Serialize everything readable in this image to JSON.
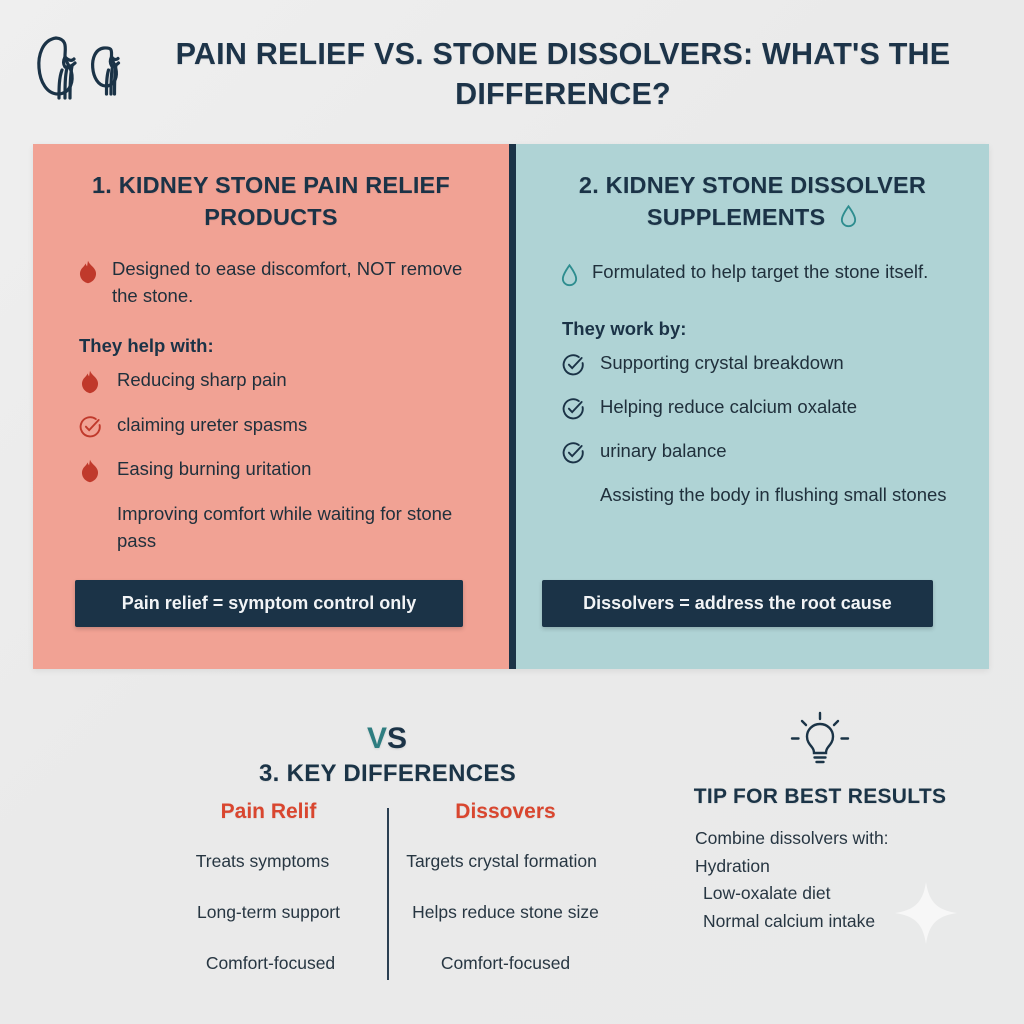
{
  "header": {
    "icon": "kidneys-icon",
    "title": "PAIN RELIEF VS. STONE DISSOLVERS: WHAT'S THE DIFFERENCE?"
  },
  "colors": {
    "background": "#ececec",
    "navy": "#1b3347",
    "pink_panel": "#f1a294",
    "teal_panel": "#afd3d5",
    "accent_red": "#d9462f",
    "accent_teal": "#2e7d80"
  },
  "panels": {
    "left": {
      "title": "1. KIDNEY STONE PAIN RELIEF PRODUCTS",
      "lead_icon": "flame-icon",
      "lead": "Designed to ease discomfort, NOT remove the stone.",
      "sub_head": "They help with:",
      "items": [
        {
          "icon": "flame-icon",
          "text": "Reducing sharp pain"
        },
        {
          "icon": "check-circle-icon",
          "text": "claiming ureter spasms"
        },
        {
          "icon": "flame-icon",
          "text": "Easing burning uritation"
        },
        {
          "icon": "none",
          "text": "Improving comfort while waiting for stone pass"
        }
      ],
      "banner": "Pain relief = symptom control only"
    },
    "right": {
      "title": "2. KIDNEY STONE DISSOLVER SUPPLEMENTS",
      "title_icon": "water-drop-icon",
      "lead_icon": "water-drop-icon",
      "lead": "Formulated to help target the stone itself.",
      "sub_head": "They work by:",
      "items": [
        {
          "icon": "check-circle-icon",
          "text": "Supporting crystal breakdown"
        },
        {
          "icon": "check-circle-icon",
          "text": "Helping reduce calcium oxalate"
        },
        {
          "icon": "check-circle-icon",
          "text": " urinary balance"
        },
        {
          "icon": "none",
          "text": "Assisting the body in flushing small stones"
        }
      ],
      "banner": "Dissolvers = address the root cause"
    }
  },
  "key_differences": {
    "vs_label": "VS",
    "title": "3. KEY DIFFERENCES",
    "left_column": {
      "heading": "Pain Relif",
      "rows": [
        "Treats symptoms",
        "Long-term support",
        "Comfort-focused"
      ]
    },
    "right_column": {
      "heading": "Dissovers",
      "rows": [
        "Targets crystal formation",
        "Helps reduce stone size",
        "Comfort-focused"
      ]
    }
  },
  "tip": {
    "icon": "lightbulb-icon",
    "title": "TIP FOR BEST RESULTS",
    "lines": [
      "Combine dissolvers with:",
      "Hydration",
      "Low-oxalate diet",
      "Normal calcium intake"
    ],
    "decoration": "sparkle-icon"
  }
}
